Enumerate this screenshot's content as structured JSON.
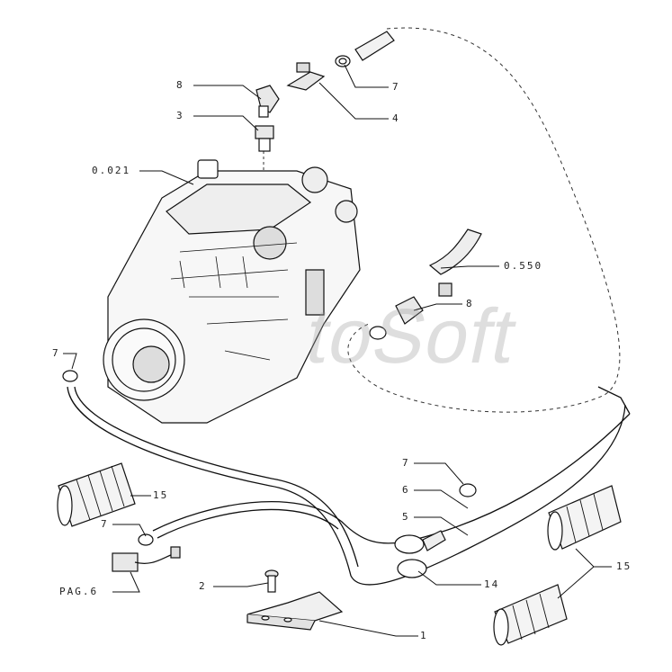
{
  "diagram": {
    "watermark": "toSoft",
    "callouts": {
      "c8_top": "8",
      "c3": "3",
      "c0021": "0.021",
      "c7_top": "7",
      "c4": "4",
      "c0550": "0.550",
      "c8_right": "8",
      "c7_left": "7",
      "c15_left": "15",
      "c7_mid": "7",
      "c6": "6",
      "c5": "5",
      "c7_lower": "7",
      "pag6": "PAG.6",
      "c2": "2",
      "c14": "14",
      "c15_right": "15",
      "c1": "1"
    }
  }
}
